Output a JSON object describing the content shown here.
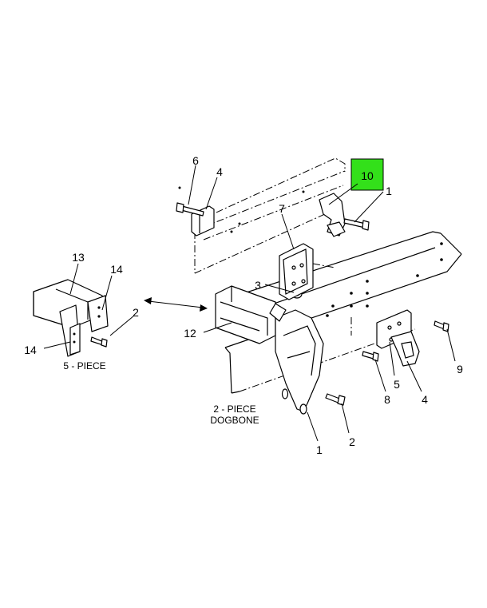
{
  "diagram": {
    "highlight_color": "#33e01a",
    "callouts": [
      "10",
      "1",
      "6",
      "4",
      "7",
      "13",
      "14",
      "3",
      "2",
      "12",
      "14",
      "1",
      "2",
      "8",
      "5",
      "4",
      "9"
    ],
    "captions": {
      "five_piece": "5 - PIECE",
      "two_piece_line1": "2 - PIECE",
      "two_piece_line2": "DOGBONE"
    }
  }
}
